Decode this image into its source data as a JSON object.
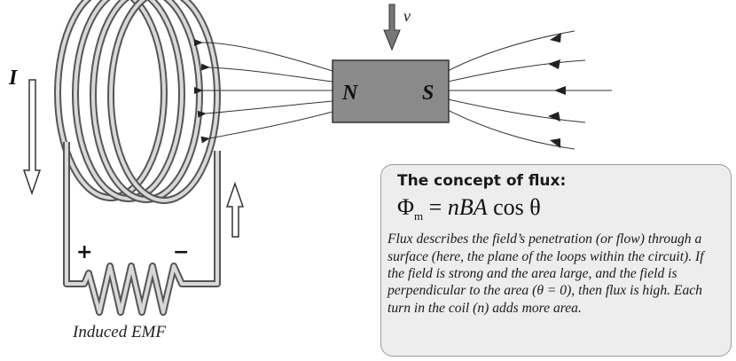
{
  "labels": {
    "current": "I",
    "velocity": "v",
    "north": "N",
    "south": "S",
    "plus": "+",
    "minus": "−",
    "induced_emf": "Induced EMF"
  },
  "flux_box": {
    "title": "The concept of flux:",
    "equation": {
      "symbol": "Φ",
      "subscript": "m",
      "rest_plain": " = ",
      "rest_italic": "nBA",
      "tail": " cos θ"
    },
    "description": "Flux describes the field’s penetration (or flow) through a surface (here, the plane of the loops within the circuit). If the field is strong and the area large, and the field is perpendicular to the area (θ = 0), then flux is high. Each turn in the coil (n) adds more area."
  },
  "colors": {
    "wire": "#b4b4b4",
    "magnet": "#8a8a8a",
    "field_lines": "#333333",
    "box_bg": "#ededed"
  }
}
